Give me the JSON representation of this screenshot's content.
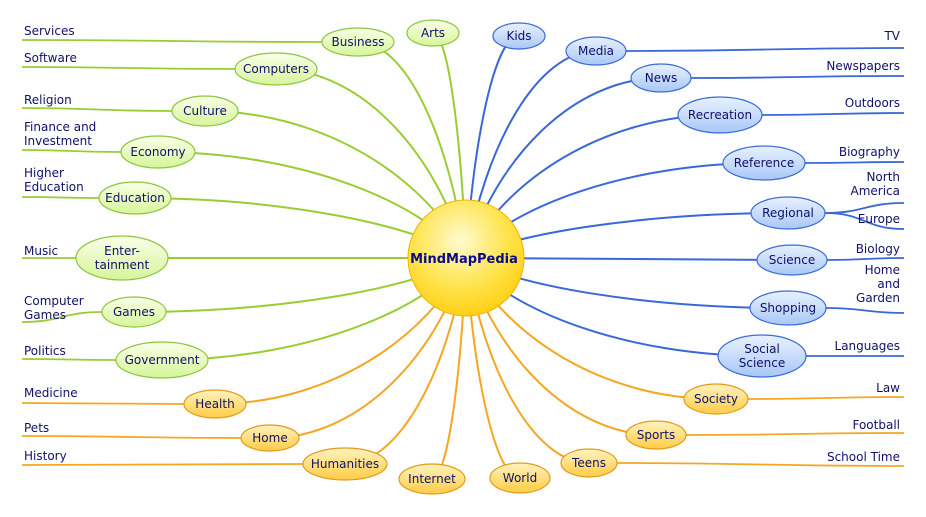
{
  "center": {
    "label": "MindMapPedia"
  },
  "colors": {
    "green_line": "#9ACD32",
    "green_fill_top": "#FAFFE8",
    "green_fill_bottom": "#D6F59A",
    "green_stroke": "#8CC63F",
    "blue_line": "#3A68D8",
    "blue_fill_top": "#E8F1FF",
    "blue_fill_bottom": "#A9C8F5",
    "blue_stroke": "#3A6CD8",
    "orange_line": "#F5A623",
    "orange_fill_top": "#FFF3C0",
    "orange_fill_bottom": "#FFCC44",
    "orange_stroke": "#E39A1A",
    "center_fill_top": "#FFFBD0",
    "center_fill_bottom": "#FFC800",
    "text": "#10106A"
  },
  "branches": [
    {
      "id": "business",
      "label": [
        "Business"
      ],
      "theme": "green",
      "leaves": [
        {
          "label": [
            "Services"
          ]
        }
      ]
    },
    {
      "id": "arts",
      "label": [
        "Arts"
      ],
      "theme": "green",
      "leaves": []
    },
    {
      "id": "computers",
      "label": [
        "Computers"
      ],
      "theme": "green",
      "leaves": [
        {
          "label": [
            "Software"
          ]
        }
      ]
    },
    {
      "id": "culture",
      "label": [
        "Culture"
      ],
      "theme": "green",
      "leaves": [
        {
          "label": [
            "Religion"
          ]
        }
      ]
    },
    {
      "id": "economy",
      "label": [
        "Economy"
      ],
      "theme": "green",
      "leaves": [
        {
          "label": [
            "Finance and",
            "Investment"
          ]
        }
      ]
    },
    {
      "id": "education",
      "label": [
        "Education"
      ],
      "theme": "green",
      "leaves": [
        {
          "label": [
            "Higher",
            "Education"
          ]
        }
      ]
    },
    {
      "id": "entertainment",
      "label": [
        "Enter-",
        "tainment"
      ],
      "theme": "green",
      "leaves": [
        {
          "label": [
            "Music"
          ]
        }
      ]
    },
    {
      "id": "games",
      "label": [
        "Games"
      ],
      "theme": "green",
      "leaves": [
        {
          "label": [
            "Computer",
            "Games"
          ]
        }
      ]
    },
    {
      "id": "government",
      "label": [
        "Government"
      ],
      "theme": "green",
      "leaves": [
        {
          "label": [
            "Politics"
          ]
        }
      ]
    },
    {
      "id": "health",
      "label": [
        "Health"
      ],
      "theme": "orange",
      "leaves": [
        {
          "label": [
            "Medicine"
          ]
        }
      ]
    },
    {
      "id": "home",
      "label": [
        "Home"
      ],
      "theme": "orange",
      "leaves": [
        {
          "label": [
            "Pets"
          ]
        }
      ]
    },
    {
      "id": "humanities",
      "label": [
        "Humanities"
      ],
      "theme": "orange",
      "leaves": [
        {
          "label": [
            "History"
          ]
        }
      ]
    },
    {
      "id": "internet",
      "label": [
        "Internet"
      ],
      "theme": "orange",
      "leaves": []
    },
    {
      "id": "world",
      "label": [
        "World"
      ],
      "theme": "orange",
      "leaves": []
    },
    {
      "id": "teens",
      "label": [
        "Teens"
      ],
      "theme": "orange",
      "leaves": [
        {
          "label": [
            "School Time"
          ]
        }
      ]
    },
    {
      "id": "sports",
      "label": [
        "Sports"
      ],
      "theme": "orange",
      "leaves": [
        {
          "label": [
            "Football"
          ]
        }
      ]
    },
    {
      "id": "society",
      "label": [
        "Society"
      ],
      "theme": "orange",
      "leaves": [
        {
          "label": [
            "Law"
          ]
        }
      ]
    },
    {
      "id": "kids",
      "label": [
        "Kids"
      ],
      "theme": "blue",
      "leaves": []
    },
    {
      "id": "media",
      "label": [
        "Media"
      ],
      "theme": "blue",
      "leaves": [
        {
          "label": [
            "TV"
          ]
        }
      ]
    },
    {
      "id": "news",
      "label": [
        "News"
      ],
      "theme": "blue",
      "leaves": [
        {
          "label": [
            "Newspapers"
          ]
        }
      ]
    },
    {
      "id": "recreation",
      "label": [
        "Recreation"
      ],
      "theme": "blue",
      "leaves": [
        {
          "label": [
            "Outdoors"
          ]
        }
      ]
    },
    {
      "id": "reference",
      "label": [
        "Reference"
      ],
      "theme": "blue",
      "leaves": [
        {
          "label": [
            "Biography"
          ]
        }
      ]
    },
    {
      "id": "regional",
      "label": [
        "Regional"
      ],
      "theme": "blue",
      "leaves": [
        {
          "label": [
            "North",
            "America"
          ]
        },
        {
          "label": [
            "Europe"
          ]
        }
      ]
    },
    {
      "id": "science",
      "label": [
        "Science"
      ],
      "theme": "blue",
      "leaves": [
        {
          "label": [
            "Biology"
          ]
        }
      ]
    },
    {
      "id": "shopping",
      "label": [
        "Shopping"
      ],
      "theme": "blue",
      "leaves": [
        {
          "label": [
            "Home",
            "and",
            "Garden"
          ]
        }
      ]
    },
    {
      "id": "social-science",
      "label": [
        "Social",
        "Science"
      ],
      "theme": "blue",
      "leaves": [
        {
          "label": [
            "Languages"
          ]
        }
      ]
    }
  ]
}
